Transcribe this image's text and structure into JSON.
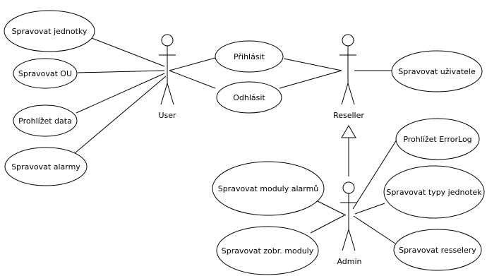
{
  "actors": {
    "user": "User",
    "reseller": "Reseller",
    "admin": "Admin"
  },
  "use_cases": {
    "spravovat_jednotky": "Spravovat jednotky",
    "spravovat_ou": "Spravovat OU",
    "prohlizet_data": "Prohlížet data",
    "spravovat_alarmy": "Spravovat alarmy",
    "prihlasit": "Přihlásit",
    "odhlasit": "Odhlásit",
    "spravovat_uzivatele": "Spravovat uživatele",
    "prohlizet_errorlog": "Prohlížet ErrorLog",
    "spravovat_moduly_alarmu": "Spravovat moduly alarmů",
    "spravovat_typy_jednotek": "Spravovat typy jednotek",
    "spravovat_zobr_moduly": "Spravovat zobr. moduly",
    "spravovat_resselery": "Spravovat resselery"
  }
}
